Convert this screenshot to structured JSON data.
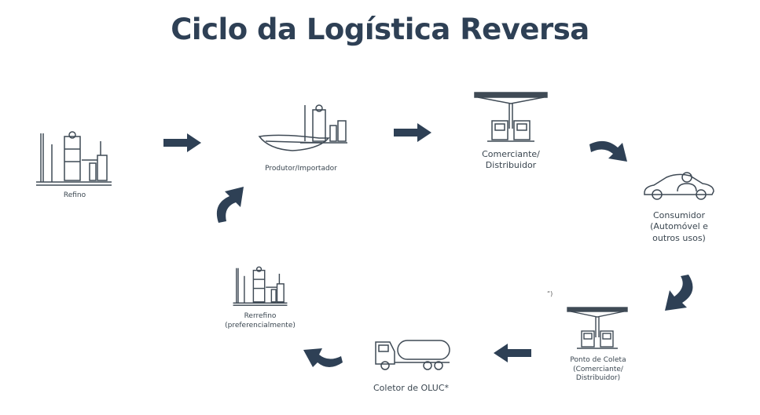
{
  "title": "Ciclo da Logística Reversa",
  "colors": {
    "arrow": "#2e4055",
    "icon": "#3f4a55",
    "title": "#2e4055"
  },
  "nodes": {
    "refino": {
      "icon": "refinery-icon",
      "lines": [
        "Refino"
      ]
    },
    "produtor": {
      "icon": "refinery-ship-icon",
      "lines": [
        "Produtor/Importador"
      ]
    },
    "comerciante": {
      "icon": "fuel-station-icon",
      "lines": [
        "Comerciante/",
        "Distribuidor"
      ]
    },
    "consumidor": {
      "icon": "car-person-icon",
      "lines": [
        "Consumidor",
        "(Automóvel e",
        "outros usos)"
      ]
    },
    "ponto": {
      "icon": "fuel-station-icon",
      "lines": [
        "Ponto de Coleta",
        "(Comerciante/",
        "Distribuidor)"
      ]
    },
    "coletor": {
      "icon": "tanker-truck-icon",
      "lines": [
        "Coletor de OLUC*"
      ]
    },
    "rerrefino": {
      "icon": "refinery-icon",
      "lines": [
        "Rerrefino",
        "(preferencialmente)"
      ]
    }
  },
  "stray_mark": "“)"
}
